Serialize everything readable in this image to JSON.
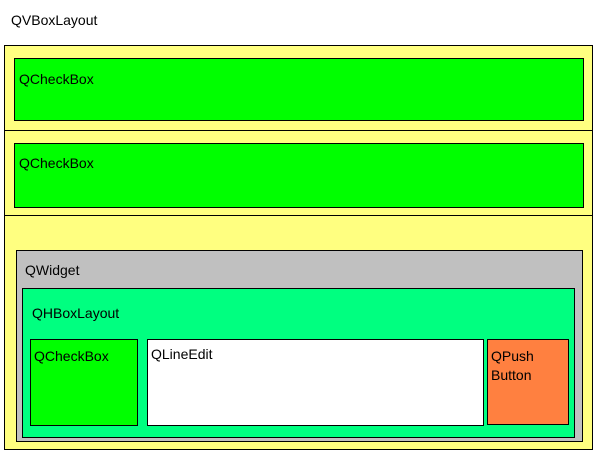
{
  "diagram": {
    "vbox_label": "QVBoxLayout",
    "row1_checkbox_label": "QCheckBox",
    "row2_checkbox_label": "QCheckBox",
    "widget_label": "QWidget",
    "hbox_label": "QHBoxLayout",
    "hbox_checkbox_label": "QCheckBox",
    "lineedit_label": "QLineEdit",
    "pushbutton_label": "QPush Button"
  },
  "colors": {
    "layout_fill": "#ffff80",
    "checkbox_fill": "#00ff00",
    "widget_fill": "#c0c0c0",
    "hbox_fill": "#00ff80",
    "lineedit_fill": "#ffffff",
    "pushbutton_fill": "#ff8040"
  }
}
